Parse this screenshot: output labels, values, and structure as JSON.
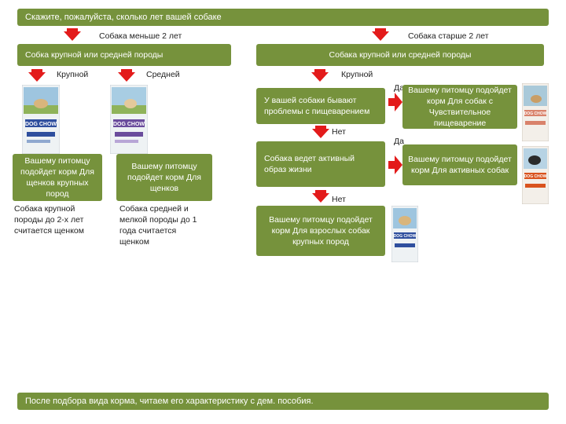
{
  "question": "Скажите, пожалуйста, сколько лет вашей собаке",
  "branches": {
    "young_label": "Собака меньше 2 лет",
    "old_label": "Собака старше 2 лет"
  },
  "young": {
    "box": "Собка крупной или средней породы",
    "large_label": "Крупной",
    "medium_label": "Средней",
    "large_result": "Вашему питомцу подойдет корм Для щенков крупных пород",
    "large_note": "Собака крупной породы до 2-х лет считается щенком",
    "medium_result": "Вашему питомцу подойдет корм Для щенков",
    "medium_note": "Собака средней и мелкой породы до 1 года считается щенком"
  },
  "old": {
    "box": "Собака крупной или средней породы",
    "large_label": "Крупной",
    "digestion_question": "У вашей собаки бывают проблемы с пищеварением",
    "yes1": "Да",
    "sensitive_result": "Вашему питомцу подойдет корм Для собак с Чувствительное пищеварение",
    "no1": "Нет",
    "active_question": "Собака ведет активный образ жизни",
    "yes2": "Да",
    "active_result": "Вашему питомцу подойдет корм Для активных собак",
    "no2": "Нет",
    "adult_result": "Вашему питомцу подойдет корм Для взрослых собак крупных пород"
  },
  "footer": "После подбора вида корма, читаем его характеристику с дем. пособия.",
  "pack_brand": "DOG CHOW",
  "colors": {
    "box": "#76923c",
    "arrow": "#e31b1b",
    "pack_blue": "#2f4f9e",
    "pack_purple": "#6a4c9c",
    "pack_pink": "#d9826b",
    "pack_orange": "#d9531e"
  }
}
